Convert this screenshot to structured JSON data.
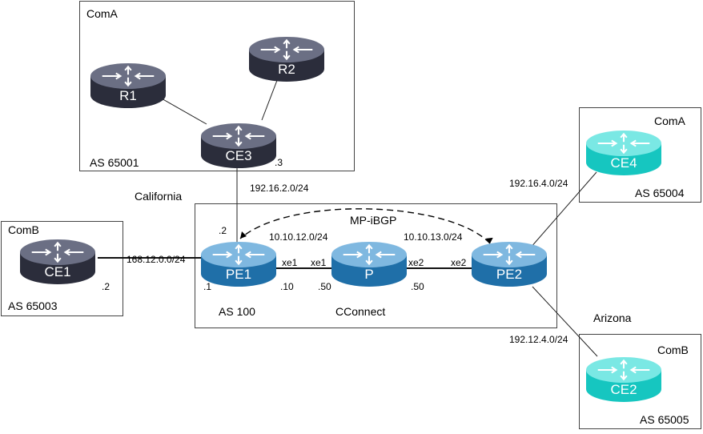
{
  "colors": {
    "dark_router_top": "#6b6f84",
    "dark_router_side": "#2b2d3b",
    "blue_router_top": "#7fb8e0",
    "blue_router_side": "#1f6fa8",
    "cyan_router_top": "#7ae8e4",
    "cyan_router_side": "#16c6c0"
  },
  "regions": {
    "coma_top": {
      "title": "ComA",
      "as": "AS 65001"
    },
    "comb_left": {
      "title": "ComB",
      "as": "AS 65003"
    },
    "california": {
      "title": "California",
      "as": "AS 100",
      "provider": "CConnect"
    },
    "coma_right": {
      "title": "ComA",
      "as": "AS 65004"
    },
    "comb_right": {
      "title": "ComB",
      "as": "AS 65005"
    },
    "arizona": {
      "title": "Arizona"
    }
  },
  "routers": {
    "r1": {
      "name": "R1",
      "style": "dark"
    },
    "r2": {
      "name": "R2",
      "style": "dark"
    },
    "ce3": {
      "name": "CE3",
      "style": "dark"
    },
    "ce1": {
      "name": "CE1",
      "style": "dark"
    },
    "pe1": {
      "name": "PE1",
      "style": "blue"
    },
    "p": {
      "name": "P",
      "style": "blue"
    },
    "pe2": {
      "name": "PE2",
      "style": "blue"
    },
    "ce4": {
      "name": "CE4",
      "style": "cyan"
    },
    "ce2": {
      "name": "CE2",
      "style": "cyan"
    }
  },
  "links": {
    "ce3_pe1": {
      "subnet": "192.16.2.0/24",
      "ce3_addr": ".3",
      "pe1_addr": ".2"
    },
    "ce1_pe1": {
      "subnet": "168.12.0.0/24",
      "ce1_addr": ".2",
      "pe1_addr": ".1"
    },
    "pe1_p": {
      "subnet": "10.10.12.0/24",
      "pe1_if": "xe1",
      "p_if": "xe1",
      "pe1_addr": ".10",
      "p_addr": ".50"
    },
    "p_pe2": {
      "subnet": "10.10.13.0/24",
      "p_if": "xe2",
      "pe2_if": "xe2",
      "p_addr": ".50"
    },
    "pe2_ce4": {
      "subnet": "192.16.4.0/24"
    },
    "pe2_ce2": {
      "subnet": "192.12.4.0/24"
    }
  },
  "session": {
    "label": "MP-iBGP"
  }
}
